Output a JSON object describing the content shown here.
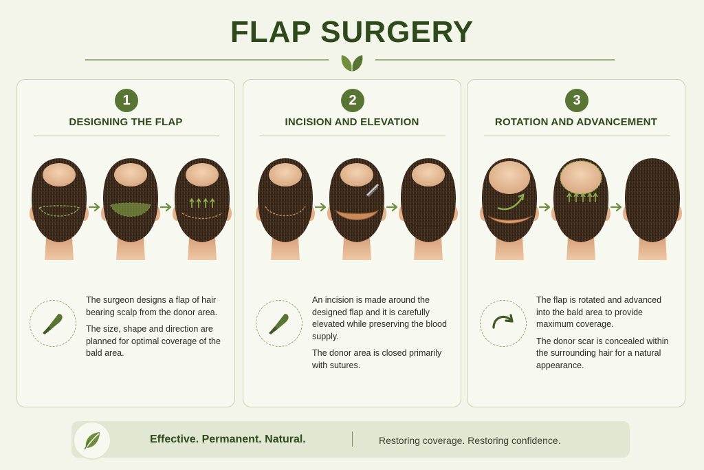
{
  "title": "FLAP SURGERY",
  "steps": [
    {
      "number": "1",
      "title": "DESIGNING THE FLAP",
      "icon": "scalpel-icon",
      "paragraphs": [
        "The surgeon designs a flap of hair bearing scalp from the donor area.",
        "The size, shape and direction are planned for optimal coverage of the bald area."
      ]
    },
    {
      "number": "2",
      "title": "INCISION AND ELEVATION",
      "icon": "scalpel-icon",
      "paragraphs": [
        "An incision is made around the designed flap and it is carefully elevated while preserving the blood supply.",
        "The donor area is closed primarily with sutures."
      ]
    },
    {
      "number": "3",
      "title": "ROTATION AND ADVANCEMENT",
      "icon": "rotate-arrow-icon",
      "paragraphs": [
        "The flap is rotated and advanced into the bald area to provide maximum coverage.",
        "The donor scar is concealed within the surrounding hair for a natural appearance."
      ]
    }
  ],
  "footer": {
    "tagline": "Effective. Permanent. Natural.",
    "subtitle": "Restoring coverage. Restoring confidence."
  },
  "colors": {
    "accent": "#587534",
    "title": "#2e4a1a",
    "hair": "#3b2a1b",
    "skin": "#e9bf9b",
    "marking": "#8db04a",
    "flap": "#c98a5a"
  }
}
